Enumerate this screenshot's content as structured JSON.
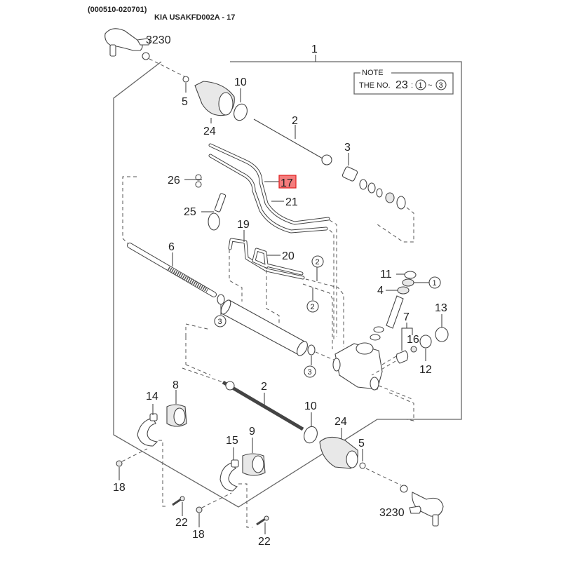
{
  "header": {
    "catalog_code": "(000510-020701)",
    "diagram_title": "KIA USAKFD002A - 17"
  },
  "note": {
    "title": "NOTE",
    "text_prefix": "THE NO.",
    "part_no": "23",
    "separator": ":",
    "range_start": "1",
    "range_sep": "~",
    "range_end": "3"
  },
  "highlight_color": "#f47c7c",
  "callouts": {
    "c1": "1",
    "c2_top": "2",
    "c2_bot": "2",
    "c3_top": "3",
    "c4": "4",
    "c5_top": "5",
    "c5_bot": "5",
    "c6": "6",
    "c7": "7",
    "c8": "8",
    "c9": "9",
    "c10_top": "10",
    "c10_bot": "10",
    "c11": "11",
    "c12": "12",
    "c13": "13",
    "c14": "14",
    "c15": "15",
    "c16": "16",
    "c17": "17",
    "c18_left": "18",
    "c18_mid": "18",
    "c19": "19",
    "c20": "20",
    "c21": "21",
    "c22_left": "22",
    "c22_right": "22",
    "c24_top": "24",
    "c24_bot": "24",
    "c25": "25",
    "c26": "26",
    "ref_top": "3230",
    "ref_bot": "3230"
  },
  "circled_refs": {
    "r1": "1",
    "r2_a": "2",
    "r2_b": "2",
    "r3_a": "3",
    "r3_b": "3"
  }
}
